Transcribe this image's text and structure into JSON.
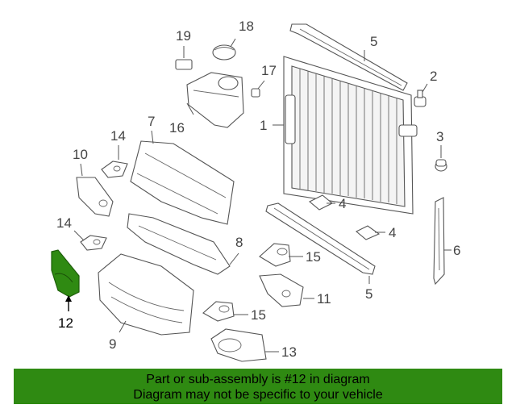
{
  "diagram": {
    "callouts": {
      "c1": "1",
      "c2": "2",
      "c3": "3",
      "c4a": "4",
      "c4b": "4",
      "c5a": "5",
      "c5b": "5",
      "c6": "6",
      "c7": "7",
      "c8": "8",
      "c9": "9",
      "c10": "10",
      "c11": "11",
      "c12": "12",
      "c13": "13",
      "c14a": "14",
      "c14b": "14",
      "c15a": "15",
      "c15b": "15",
      "c16": "16",
      "c17": "17",
      "c18": "18",
      "c19": "19"
    },
    "highlight_color": "#2f8a12"
  },
  "footer": {
    "line1": "Part or sub-assembly is #12 in diagram",
    "line2": "Diagram may not be specific to your vehicle",
    "background": "#2f8a12"
  }
}
